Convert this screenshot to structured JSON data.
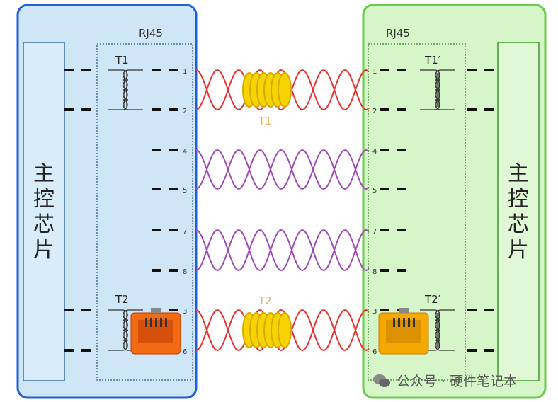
{
  "left": {
    "chip_label": "主控芯片",
    "rj45_label": "RJ45",
    "t1_label": "T1",
    "t2_label": "T2"
  },
  "right": {
    "chip_label": "主控芯片",
    "rj45_label": "RJ45",
    "t1_label": "T1′",
    "t2_label": "T2′"
  },
  "cable": {
    "t1_label": "T1",
    "t2_label": "T2"
  },
  "pins": [
    "1",
    "2",
    "4",
    "5",
    "7",
    "8",
    "3",
    "6"
  ],
  "watermark": {
    "text": "公众号 · 硬件笔记本",
    "icon": "wechat-icon"
  },
  "colors": {
    "left_panel": "#cfe6f7",
    "left_border": "#1f5fdc",
    "right_panel": "#d6f5c9",
    "right_border": "#6acb4a",
    "pair_red": "#e8322d",
    "pair_purple": "#a04bb5",
    "coil": "#f5d400",
    "jack_left": "#f26a12",
    "jack_right": "#f5a800"
  }
}
